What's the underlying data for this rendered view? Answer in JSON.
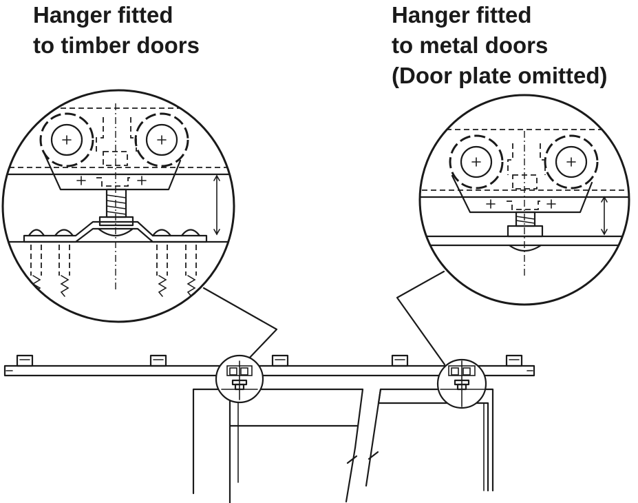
{
  "headings": {
    "timber": {
      "line1": "Hanger fitted",
      "line2": "to timber doors"
    },
    "metal": {
      "line1": "Hanger fitted",
      "line2": "to metal doors",
      "line3": "(Door plate omitted)"
    }
  },
  "colors": {
    "ink": "#1a1a1a",
    "background": "#ffffff"
  }
}
